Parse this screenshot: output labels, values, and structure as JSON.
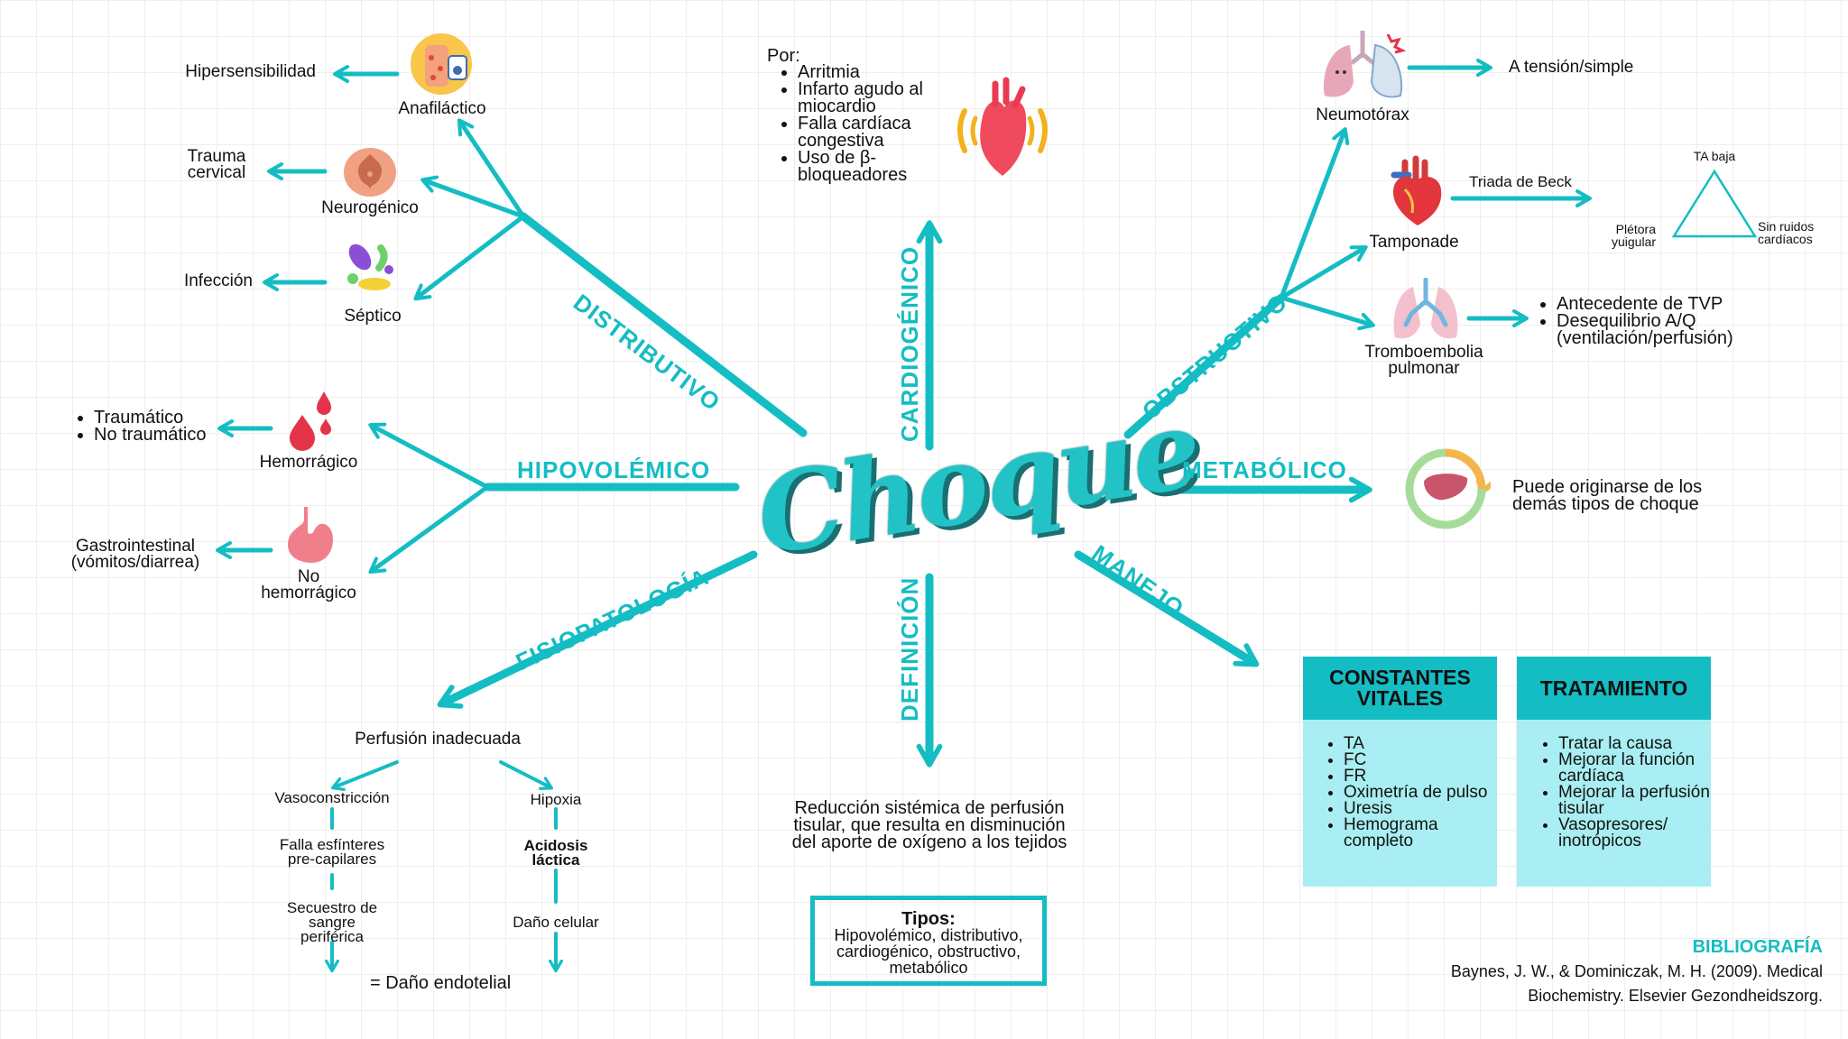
{
  "title": "Choque",
  "colors": {
    "accent": "#14bdc3",
    "box_body": "#a8eef2",
    "title_shadow": "#1a6f72"
  },
  "branches": {
    "distributivo": "DISTRIBUTIVO",
    "hipovolemico": "HIPOVOLÉMICO",
    "fisiopatologia": "FISIOPATOLOGÍA",
    "cardiogenico": "CARDIOGÉNICO",
    "definicion": "DEFINICIÓN",
    "obstructivo": "OBSTRUCTIVO",
    "metabolico": "METABÓLICO",
    "manejo": "MANEJO"
  },
  "distributivo": {
    "anafilactico": {
      "label": "Anafiláctico",
      "note": "Hipersensibilidad",
      "icon": "allergy-skin-icon"
    },
    "neurogenico": {
      "label": "Neurogénico",
      "note_line1": "Trauma",
      "note_line2": "cervical",
      "icon": "spinal-cord-icon"
    },
    "septico": {
      "label": "Séptico",
      "note": "Infección",
      "icon": "bacteria-icon"
    }
  },
  "hipovolemico": {
    "hemorragico": {
      "label": "Hemorrágico",
      "items": [
        "Traumático",
        "No traumático"
      ],
      "icon": "blood-drops-icon"
    },
    "no_hemorragico": {
      "label_line1": "No",
      "label_line2": "hemorrágico",
      "note_line1": "Gastrointestinal",
      "note_line2": "(vómitos/diarrea)",
      "icon": "stomach-icon"
    }
  },
  "fisiopatologia": {
    "root": "Perfusión inadecuada",
    "left": [
      "Vasoconstricción",
      "Falla esfínteres",
      "pre-capilares",
      "Secuestro de",
      "sangre",
      "periférica"
    ],
    "result": "= Daño endotelial",
    "right_top": "Hipoxia",
    "right_mid_line1": "Acidosis",
    "right_mid_line2": "láctica",
    "right_bottom": "Daño celular"
  },
  "cardiogenico": {
    "por": "Por:",
    "items": [
      "Arritmia",
      "Infarto agudo al miocardio",
      "Falla cardíaca congestiva",
      "Uso de β-bloqueadores"
    ],
    "icon": "beating-heart-icon"
  },
  "definicion": {
    "line1": "Reducción sistémica de perfusión",
    "line2": "tisular, que resulta en disminución",
    "line3": "del aporte de oxígeno a los tejidos",
    "tipos_label": "Tipos:",
    "tipos_line1": "Hipovolémico, distributivo,",
    "tipos_line2": "cardiogénico, obstructivo,",
    "tipos_line3": "metabólico"
  },
  "obstructivo": {
    "neumotorax": {
      "label": "Neumotórax",
      "note": "A tensión/simple",
      "icon": "lungs-icon"
    },
    "tamponade": {
      "label": "Tamponade",
      "triad_label": "Triada de Beck",
      "triad_top": "TA baja",
      "triad_left_line1": "Plétora",
      "triad_left_line2": "yuigular",
      "triad_right_line1": "Sin ruidos",
      "triad_right_line2": "cardíacos",
      "icon": "heart-icon"
    },
    "tromboembolia": {
      "label_line1": "Tromboembolia",
      "label_line2": "pulmonar",
      "items": [
        "Antecedente de TVP",
        "Desequilibrio A/Q (ventilación/perfusión)"
      ],
      "icon": "bronchi-icon"
    }
  },
  "metabolico": {
    "note_line1": "Puede originarse de los",
    "note_line2": "demás tipos de choque",
    "icon": "liver-cycle-icon"
  },
  "manejo": {
    "constantes": {
      "title_line1": "CONSTANTES",
      "title_line2": "VITALES",
      "items": [
        "TA",
        "FC",
        "FR",
        "Oximetría de pulso",
        "Uresis",
        "Hemograma completo"
      ]
    },
    "tratamiento": {
      "title": "TRATAMIENTO",
      "items": [
        "Tratar la causa",
        "Mejorar la función cardíaca",
        "Mejorar la perfusión tisular",
        "Vasopresores/ inotrópicos"
      ]
    }
  },
  "bibliografia": {
    "heading": "BIBLIOGRAFÍA",
    "line1": "Baynes, J. W., & Dominiczak, M. H. (2009). Medical",
    "line2": "Biochemistry. Elsevier Gezondheidszorg."
  }
}
